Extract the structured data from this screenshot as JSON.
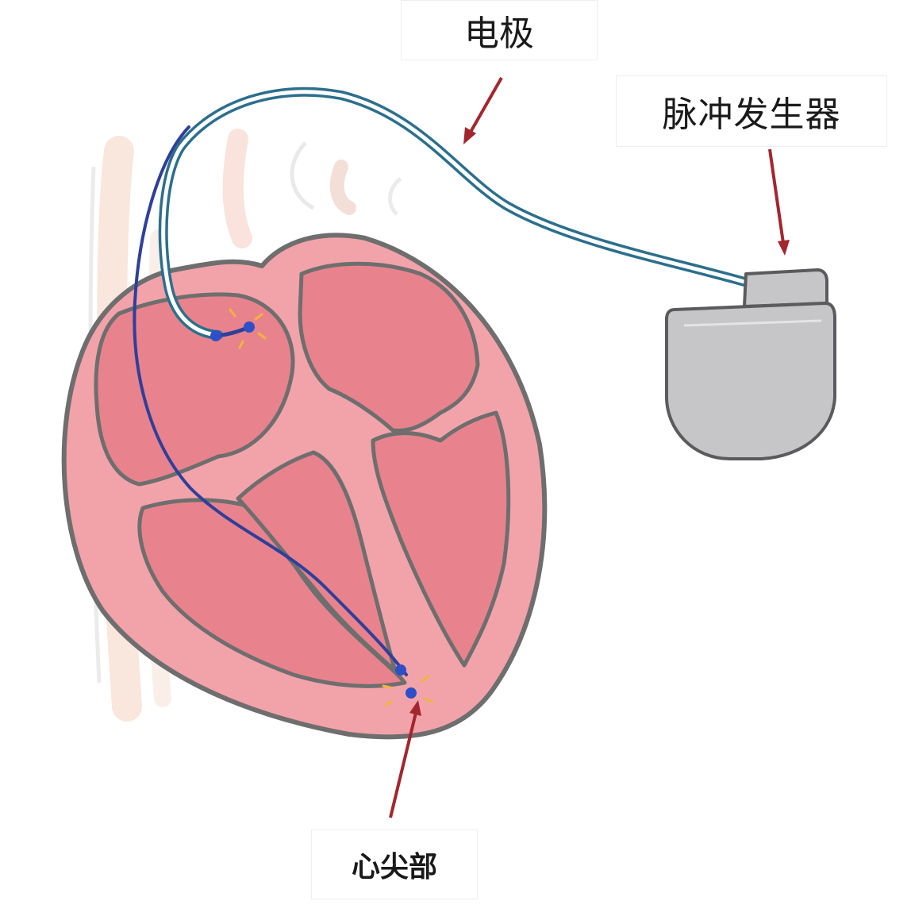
{
  "labels": {
    "electrode": "电极",
    "pulse_generator": "脉冲发生器",
    "apex": "心尖部"
  },
  "colors": {
    "heart_outer": "#f2a3aa",
    "heart_chamber": "#e8838d",
    "heart_outline": "#6e6e6e",
    "lead_outer": "#2c6f8c",
    "lead_inner": "#ffffff",
    "lead_thin": "#2f3f9a",
    "electrode_tip": "#2f4fc8",
    "spark": "#f2b33d",
    "generator_body": "#c6c6c9",
    "generator_outline": "#5b5b5e",
    "arrow": "#a3262e"
  },
  "icons": {
    "heart": "heart-illustration",
    "generator": "pacemaker-generator-icon"
  }
}
